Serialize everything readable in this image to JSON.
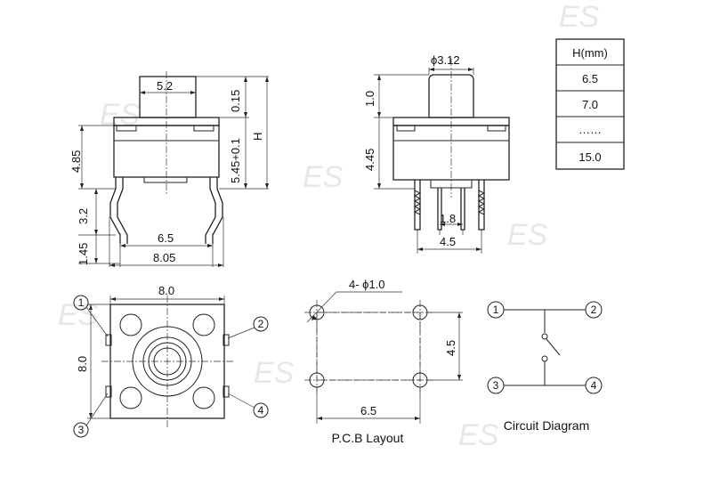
{
  "height_table": {
    "header": "H(mm)",
    "rows": [
      "6.5",
      "7.0",
      "……",
      "15.0"
    ]
  },
  "side_view": {
    "dim_actuator_width": "5.2",
    "dim_actuator_top": "0.15",
    "dim_body": "5.45+0.1",
    "dim_total": "H",
    "dim_body_height": "4.85",
    "dim_leg_height": "3.2",
    "dim_leg_foot": "1.45",
    "dim_pitch": "6.5",
    "dim_span": "8.05"
  },
  "front_view": {
    "dim_diameter": "ϕ3.12",
    "dim_actuator_h": "1.0",
    "dim_body_h": "4.45",
    "dim_inner": "1.8",
    "dim_outer": "4.5"
  },
  "top_view": {
    "dim_width": "8.0",
    "dim_height": "8.0",
    "pins": [
      "1",
      "2",
      "3",
      "4"
    ]
  },
  "pcb": {
    "title": "P.C.B Layout",
    "hole_label": "4- ϕ1.0",
    "dim_h": "6.5",
    "dim_v": "4.5"
  },
  "circuit": {
    "title": "Circuit Diagram",
    "pins": [
      "1",
      "2",
      "3",
      "4"
    ]
  },
  "watermark": "ES"
}
